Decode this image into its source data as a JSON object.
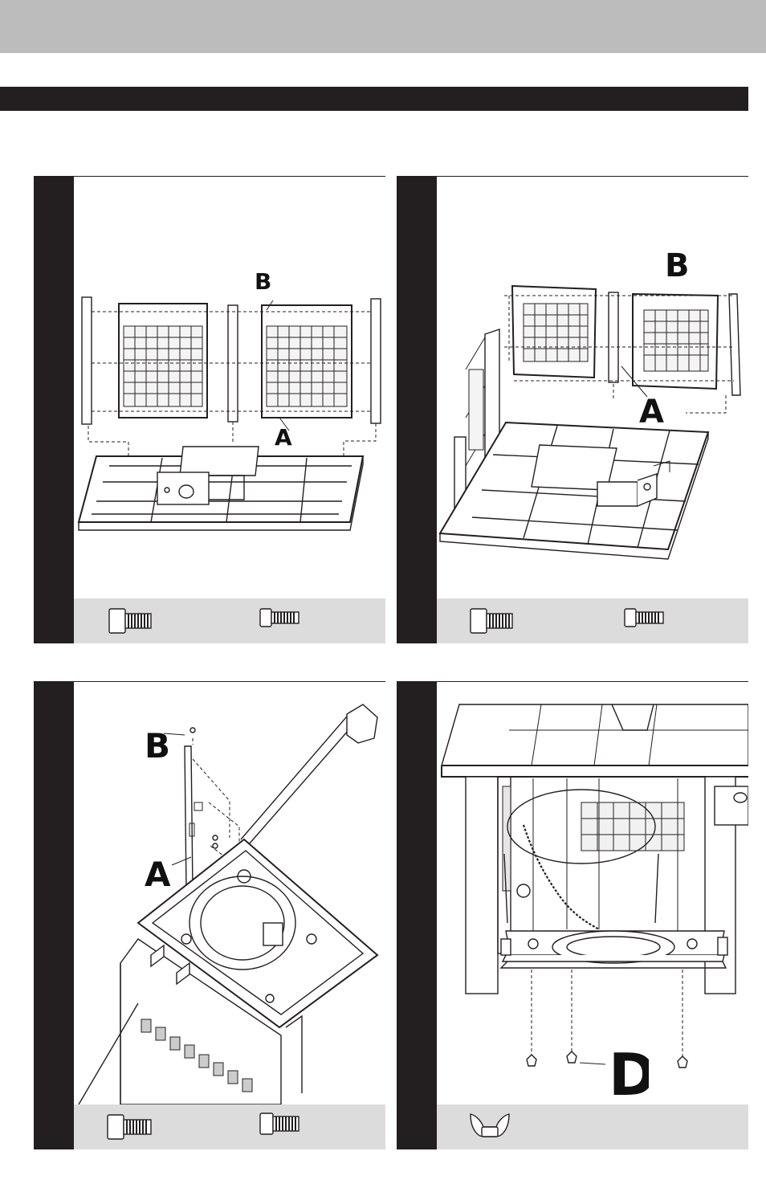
{
  "steps": [
    {
      "labels": [
        "A",
        "B"
      ]
    },
    {
      "labels": [
        "A",
        "B"
      ]
    },
    {
      "labels": [
        "A",
        "B"
      ]
    },
    {
      "labels": [
        "D"
      ]
    }
  ],
  "icons": {
    "long_bolt": "bolt-long-icon",
    "short_bolt": "bolt-short-icon",
    "wing_nut": "wing-nut-icon"
  }
}
